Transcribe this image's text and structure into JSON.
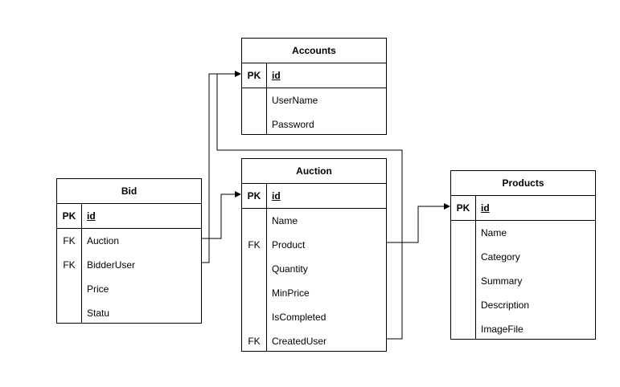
{
  "entities": {
    "accounts": {
      "title": "Accounts",
      "rows": [
        {
          "key": "PK",
          "name": "id"
        },
        {
          "key": "",
          "name": "UserName"
        },
        {
          "key": "",
          "name": "Password"
        }
      ]
    },
    "bid": {
      "title": "Bid",
      "rows": [
        {
          "key": "PK",
          "name": "id"
        },
        {
          "key": "FK",
          "name": "Auction"
        },
        {
          "key": "FK",
          "name": "BidderUser"
        },
        {
          "key": "",
          "name": "Price"
        },
        {
          "key": "",
          "name": "Statu"
        }
      ]
    },
    "auction": {
      "title": "Auction",
      "rows": [
        {
          "key": "PK",
          "name": "id"
        },
        {
          "key": "",
          "name": "Name"
        },
        {
          "key": "FK",
          "name": "Product"
        },
        {
          "key": "",
          "name": "Quantity"
        },
        {
          "key": "",
          "name": "MinPrice"
        },
        {
          "key": "",
          "name": "IsCompleted"
        },
        {
          "key": "FK",
          "name": "CreatedUser"
        }
      ]
    },
    "products": {
      "title": "Products",
      "rows": [
        {
          "key": "PK",
          "name": "id"
        },
        {
          "key": "",
          "name": "Name"
        },
        {
          "key": "",
          "name": "Category"
        },
        {
          "key": "",
          "name": "Summary"
        },
        {
          "key": "",
          "name": "Description"
        },
        {
          "key": "",
          "name": "ImageFile"
        }
      ]
    }
  },
  "relations": [
    {
      "from": "bid.Auction",
      "to": "auction.id"
    },
    {
      "from": "bid.BidderUser",
      "to": "accounts.id"
    },
    {
      "from": "auction.Product",
      "to": "products.id"
    },
    {
      "from": "auction.CreatedUser",
      "to": "accounts.id"
    }
  ]
}
